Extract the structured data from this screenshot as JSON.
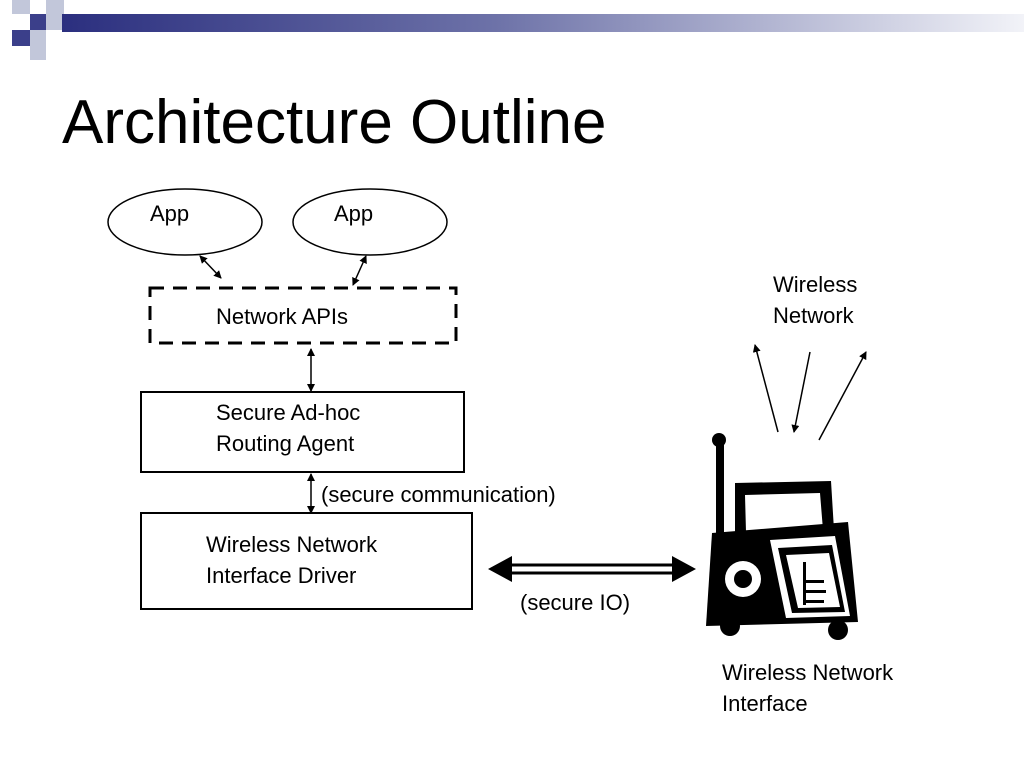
{
  "slide": {
    "title": "Architecture Outline"
  },
  "diagram": {
    "app_left": "App",
    "app_right": "App",
    "network_apis": "Network APIs",
    "routing_agent": [
      "Secure Ad-hoc",
      "Routing Agent"
    ],
    "nic_driver": [
      "Wireless Network",
      "Interface Driver"
    ],
    "secure_comm": "(secure communication)",
    "secure_io": "(secure IO)",
    "wireless_network": [
      "Wireless",
      "Network"
    ],
    "wireless_interface": [
      "Wireless Network",
      "Interface"
    ]
  },
  "colors": {
    "banner_dark": "#2b2f7f",
    "banner_light": "#e9eaf3",
    "square_accent": "#c2c7da",
    "square_dark": "#3b3f8a",
    "ink": "#000000"
  },
  "icons": {
    "radio": "portable-radio-icon"
  }
}
